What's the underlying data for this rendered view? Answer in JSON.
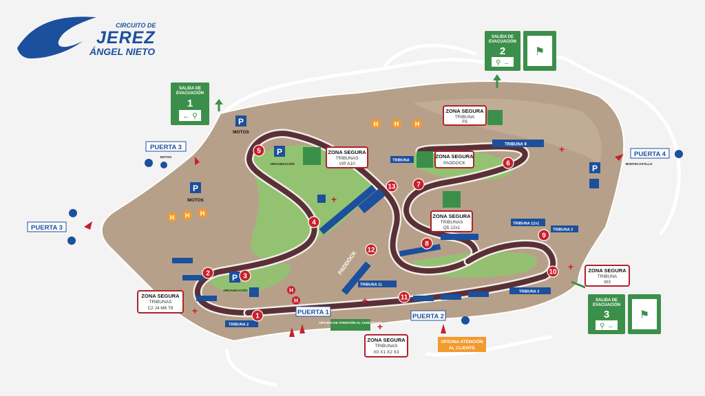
{
  "logo": {
    "line1": "CIRCUITO DE",
    "line2": "JEREZ",
    "line3": "ÁNGEL NIETO"
  },
  "colors": {
    "terrain": "#b7a089",
    "track": "#5a3036",
    "grass": "#8fc66f",
    "accent_blue": "#1c4f9c",
    "exit_green": "#3c8f4a",
    "zone_red": "#b0202a",
    "gate_orange": "#f29a2e",
    "background": "#f3f3f4"
  },
  "exits": [
    {
      "title1": "SALIDA DE",
      "title2": "EVACUACIÓN",
      "number": "1"
    },
    {
      "title1": "SALIDA DE",
      "title2": "EVACUACIÓN",
      "number": "2"
    },
    {
      "title1": "SALIDA DE",
      "title2": "EVACUACIÓN",
      "number": "3"
    }
  ],
  "gates": {
    "p3_top": "PUERTA 3",
    "p3_top_sub": "MOTOS",
    "p3_left": "PUERTA 3",
    "p4": "PUERTA 4",
    "p4_sub": "MONTECASTILLO",
    "p1": "PUERTA 1",
    "p2": "PUERTA 2"
  },
  "zones": [
    {
      "title": "ZONA SEGURA",
      "sub1": "TRIBUNA",
      "sub2": "F9"
    },
    {
      "title": "ZONA SEGURA",
      "sub1": "TRIBUNAS",
      "sub2": "VIP  A10"
    },
    {
      "title": "ZONA SEGURA",
      "sub1": "PADDOCK",
      "sub2": ""
    },
    {
      "title": "ZONA SEGURA",
      "sub1": "TRIBUNAS",
      "sub2": "Q5 12x1"
    },
    {
      "title": "ZONA SEGURA",
      "sub1": "TRIBUNA",
      "sub2": "W3"
    },
    {
      "title": "ZONA SEGURA",
      "sub1": "TRIBUNAS",
      "sub2": "C2 J4 M6 T8"
    },
    {
      "title": "ZONA SEGURA",
      "sub1": "TRIBUNAS",
      "sub2": "X0 X1 X2 X3"
    }
  ],
  "labels": {
    "motos_top": "MOTOS",
    "motos_left": "MOTOS",
    "organizacion_top": "ORGANIZACIÓN",
    "organizacion_bottom": "ORGANIZACIÓN",
    "paddock": "PADDOCK",
    "office1": "OFICINA DE ATENCIÓN AL CIUDADANO",
    "office2_l1": "OFICINA ATENCIÓN",
    "office2_l2": "AL CLIENTE",
    "parking": "P",
    "helipad": "H"
  },
  "stands": [
    "TRIBUNA 9",
    "TRIBUNA",
    "TRIBUNA 12x1",
    "TRIBUNA 3",
    "TRIBUNA 11",
    "TRIBUNA 3",
    "TRIBUNA 2"
  ],
  "corners": [
    "1",
    "2",
    "3",
    "4",
    "5",
    "6",
    "7",
    "8",
    "9",
    "10",
    "11",
    "12",
    "13"
  ]
}
